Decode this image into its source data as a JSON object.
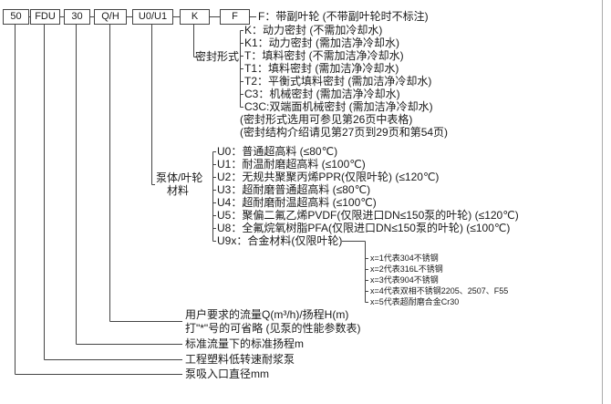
{
  "boxes": [
    "50",
    "FDU",
    "30",
    "Q/H",
    "U0/U1",
    "K",
    "F"
  ],
  "impeller_note": "F：带副叶轮 (不带副叶轮时不标注)",
  "seal": {
    "group_label": "密封形式",
    "items": [
      "K：动力密封 (不需加冷却水)",
      "K1：动力密封 (需加洁净冷却水)",
      "T：填料密封 (不需加洁净冷却水)",
      "T1：填料密封 (需加洁净冷却水)",
      "T2：平衡式填料密封 (需加洁净冷却水)",
      "C3：机械密封 (需加洁净冷却水)",
      "C3C:双端面机械密封 (需加洁净冷却水)"
    ],
    "notes": [
      "(密封形式选用可参见第26页中表格)",
      "(密封结构介绍请见第27页到29页和第54页)"
    ]
  },
  "material": {
    "group_label_line1": "泵体/叶轮",
    "group_label_line2": "材料",
    "items": [
      "U0：普通超高料 (≤80℃)",
      "U1：耐温耐磨超高料 (≤100℃)",
      "U2：无规共聚聚丙烯PPR(仅限叶轮) (≤120℃)",
      "U3：超耐磨普通超高料 (≤80℃)",
      "U4：超耐磨耐温超高料 (≤100℃)",
      "U5：聚偏二氟乙烯PVDF(仅限进口DN≤150泵的叶轮) (≤120℃)",
      "U8：全氟烷氧树脂PFA(仅限进口DN≤150泵的叶轮) (≤100℃)",
      "U9x：合金材料(仅限叶轮)"
    ],
    "alloy_codes": [
      "x=1代表304不锈钢",
      "x=2代表316L不锈钢",
      "x=3代表904不锈钢",
      "x=4代表双相不锈钢2205、2507、F55",
      "x=5代表超耐磨合金Cr30"
    ]
  },
  "flow_head": {
    "line1": "用户要求的流量Q(m³/h)/扬程H(m)",
    "line2": "打\"*\"号的可省略 (见泵的性能参数表)"
  },
  "standard_head": "标准流量下的标准扬程m",
  "pump_type": "工程塑料低转速耐浆泵",
  "inlet_diameter": "泵吸入口直径mm",
  "colors": {
    "line": "#444444",
    "text": "#1a1a1a",
    "page_edge": "#aaaaaa"
  }
}
